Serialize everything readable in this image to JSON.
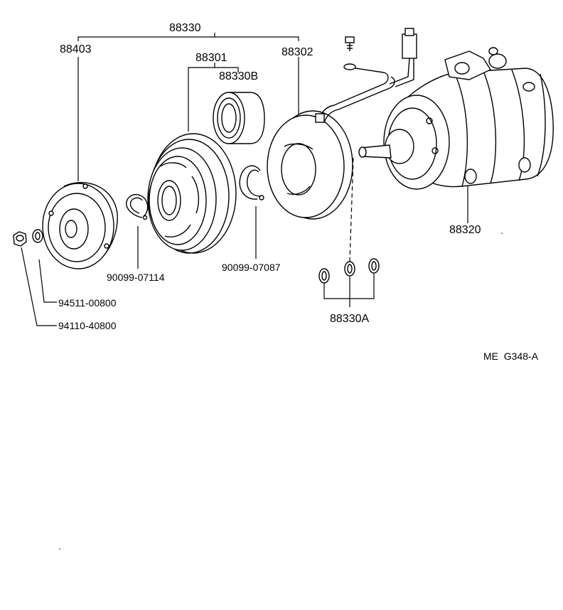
{
  "labels": {
    "assembly_88330": "88330",
    "part_88403": "88403",
    "part_88301": "88301",
    "part_88302": "88302",
    "part_88330B": "88330B",
    "part_88320": "88320",
    "part_90099_07114": "90099-07114",
    "part_90099_07087": "90099-07087",
    "part_94511_00800": "94511-00800",
    "part_94110_40800": "94110-40800",
    "part_88330A": "88330A",
    "ref_code": "ME  G348-A"
  }
}
